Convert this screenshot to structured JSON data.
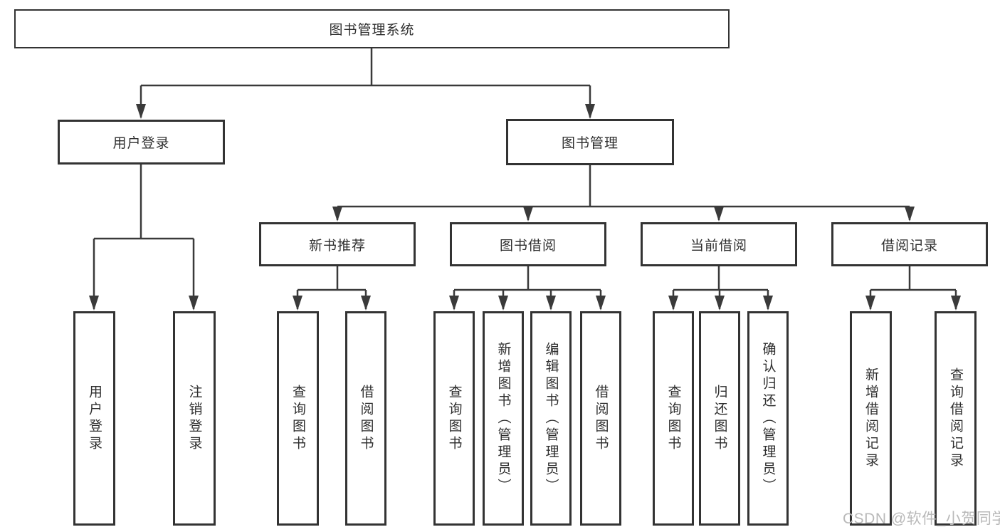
{
  "diagram_title": "图书管理系统",
  "nodes": {
    "root": "图书管理系统",
    "user_login": "用户登录",
    "book_mgmt": "图书管理",
    "new_book_rec": "新书推荐",
    "book_borrow": "图书借阅",
    "current_borrow": "当前借阅",
    "borrow_records": "借阅记录",
    "leaf_user_login": "用户登录",
    "leaf_logout": "注销登录",
    "leaf_rec_query_book": "查询图书",
    "leaf_rec_borrow_book": "借阅图书",
    "leaf_bb_query_book": "查询图书",
    "leaf_bb_add_book": "新增图书（管理员）",
    "leaf_bb_edit_book": "编辑图书（管理员）",
    "leaf_bb_borrow_book": "借阅图书",
    "leaf_cb_query_book": "查询图书",
    "leaf_cb_return_book": "归还图书",
    "leaf_cb_confirm_return": "确认归还（管理员）",
    "leaf_br_add_record": "新增借阅记录",
    "leaf_br_query_record": "查询借阅记录"
  },
  "watermark": "CSDN @软件_小贺同学",
  "colors": {
    "line": "#3a3a3a",
    "box_border": "#333333",
    "text": "#2e2e2e",
    "watermark": "#b9b9b9",
    "background": "#ffffff"
  }
}
